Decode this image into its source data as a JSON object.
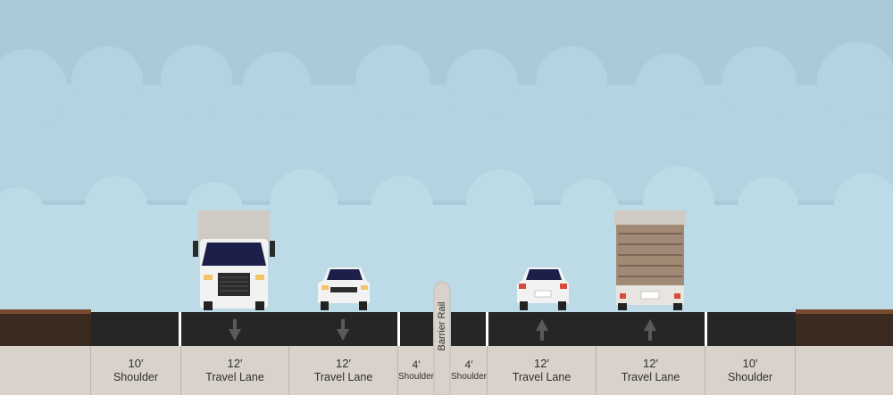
{
  "colors": {
    "sky": "#a9cbd9",
    "cloud": "#b8d9e6",
    "asphalt": "#262626",
    "lane_marking": "#ffffff",
    "arrow": "#5a5a5a",
    "soil": "#3a2a20",
    "label_band": "#d8d2cb",
    "barrier": "#d8d2cb"
  },
  "segments": [
    {
      "id": "shoulder-left",
      "width_label": "10′",
      "type_label": "Shoulder",
      "size": "normal"
    },
    {
      "id": "travel-lane-1",
      "width_label": "12′",
      "type_label": "Travel Lane",
      "size": "normal",
      "direction": "down"
    },
    {
      "id": "travel-lane-2",
      "width_label": "12′",
      "type_label": "Travel Lane",
      "size": "normal",
      "direction": "down"
    },
    {
      "id": "shoulder-inner-left",
      "width_label": "4′",
      "type_label": "Shoulder",
      "size": "small"
    },
    {
      "id": "shoulder-inner-right",
      "width_label": "4′",
      "type_label": "Shoulder",
      "size": "small"
    },
    {
      "id": "travel-lane-3",
      "width_label": "12′",
      "type_label": "Travel Lane",
      "size": "normal",
      "direction": "up"
    },
    {
      "id": "travel-lane-4",
      "width_label": "12′",
      "type_label": "Travel Lane",
      "size": "normal",
      "direction": "up"
    },
    {
      "id": "shoulder-right",
      "width_label": "10′",
      "type_label": "Shoulder",
      "size": "normal"
    }
  ],
  "barrier": {
    "label": "Barrier Rail"
  },
  "vehicles": [
    {
      "id": "box-truck-front",
      "kind": "truck-front",
      "lane": "travel-lane-1"
    },
    {
      "id": "car-front",
      "kind": "car-front",
      "lane": "travel-lane-2"
    },
    {
      "id": "car-rear",
      "kind": "car-rear",
      "lane": "travel-lane-3"
    },
    {
      "id": "box-truck-rear",
      "kind": "truck-rear",
      "lane": "travel-lane-4"
    }
  ]
}
